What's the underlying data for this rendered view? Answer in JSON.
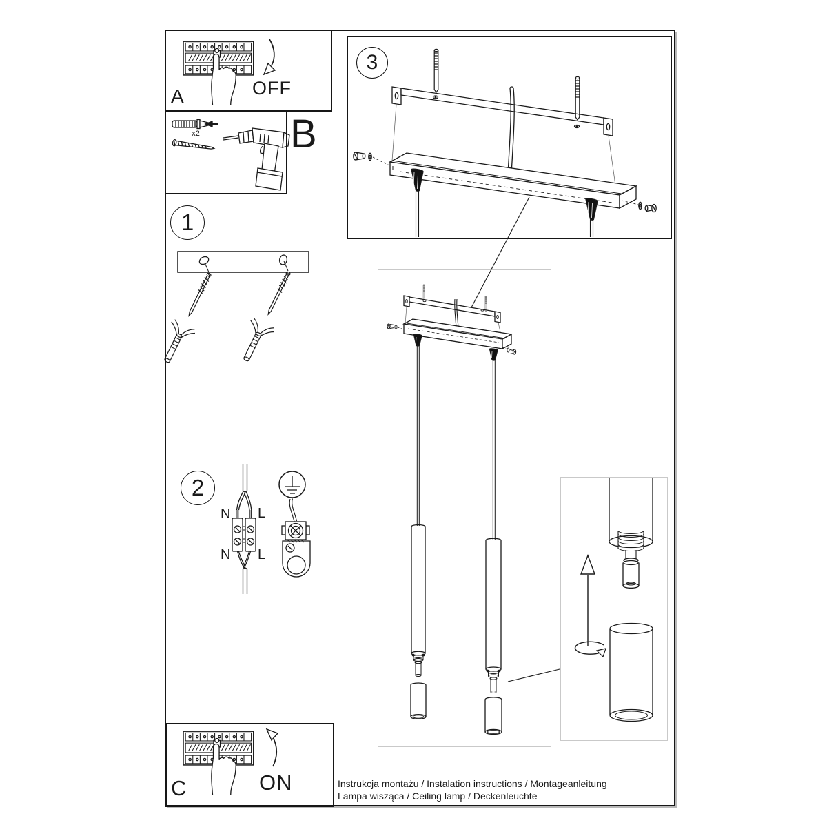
{
  "document": {
    "footer_line1": "Instrukcja montażu / Instalation instructions / Montageanleitung",
    "footer_line2": "Lampa wisząca / Ceiling lamp / Deckenleuchte"
  },
  "panel_a": {
    "label": "A",
    "action_label": "OFF"
  },
  "panel_b": {
    "label": "B",
    "anchor_quantity": "x2"
  },
  "panel_c": {
    "label": "C",
    "action_label": "ON"
  },
  "step_1": {
    "number": "1"
  },
  "step_2": {
    "number": "2",
    "wire_labels": {
      "top_neutral": "N",
      "top_line": "L",
      "bottom_neutral": "N",
      "bottom_line": "L"
    }
  },
  "step_3": {
    "number": "3"
  },
  "colors": {
    "ink": "#1a1a1a",
    "detail_box_border": "#c9c9c9"
  }
}
